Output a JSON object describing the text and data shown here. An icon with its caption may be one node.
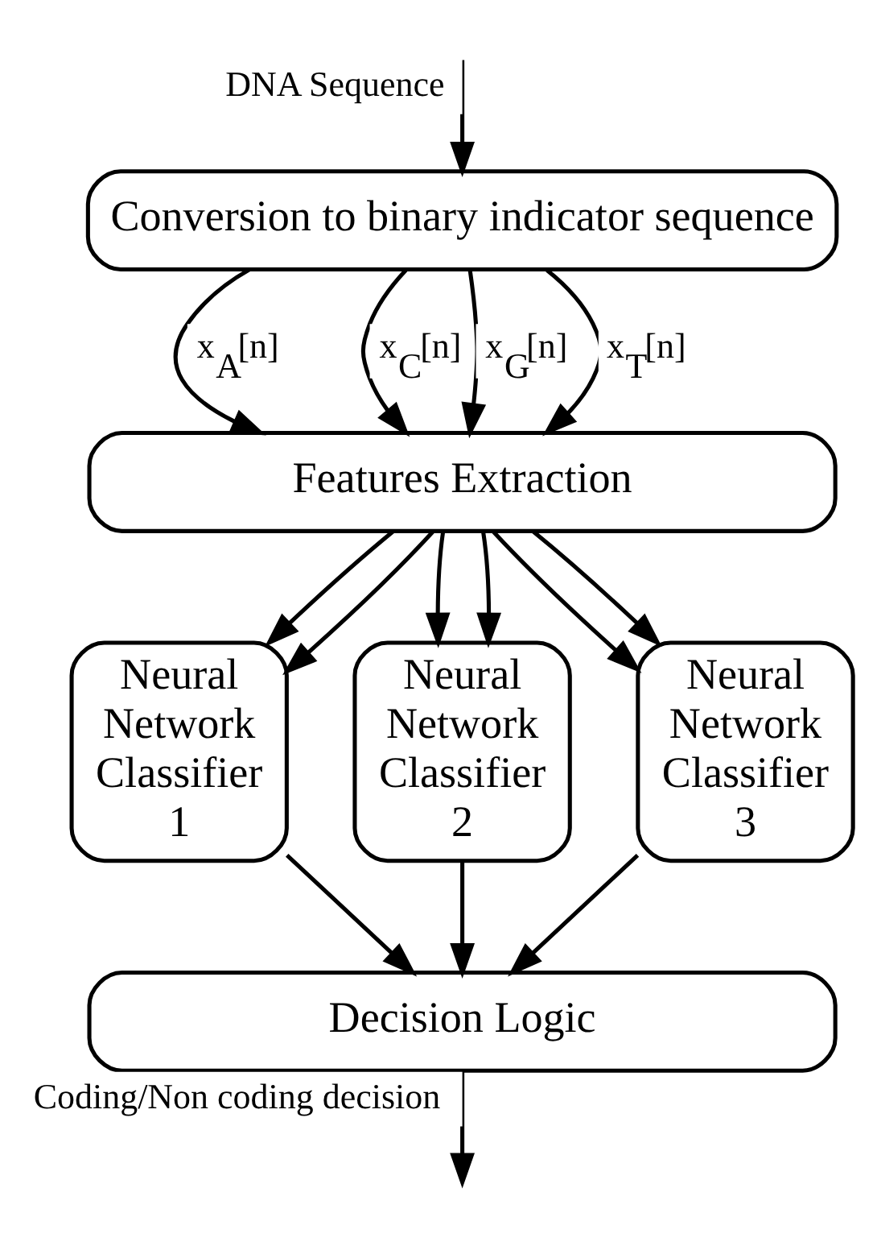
{
  "diagram": {
    "nodes": [
      {
        "text": [
          "Conversion to binary indicator sequence"
        ]
      },
      {
        "text": [
          "Features Extraction"
        ]
      },
      {
        "text": [
          "Neural Network Classifier 1"
        ]
      },
      {
        "text": [
          "Neural Network Classifier 2"
        ]
      },
      {
        "text": [
          "Neural Network Classifier 3"
        ]
      },
      {
        "text": [
          "Decision Logic"
        ]
      }
    ],
    "edges": [
      {
        "from": null,
        "to": 0,
        "arrow": "to",
        "label": "DNA Sequence"
      },
      {
        "from": 0,
        "to": 1,
        "arrow": "to",
        "label": "x$_{A}$[n]"
      },
      {
        "from": 0,
        "to": 1,
        "arrow": "to",
        "label": "x$_{C}$[n]"
      },
      {
        "from": 0,
        "to": 1,
        "arrow": "to",
        "label": "x$_{G}$[n]"
      },
      {
        "from": 0,
        "to": 1,
        "arrow": "to",
        "label": "x$_{T}$[n]"
      },
      {
        "from": 1,
        "to": 2,
        "arrow": "to"
      },
      {
        "from": 1,
        "to": 2,
        "arrow": "to"
      },
      {
        "from": 1,
        "to": 3,
        "arrow": "to"
      },
      {
        "from": 1,
        "to": 3,
        "arrow": "to"
      },
      {
        "from": 1,
        "to": 4,
        "arrow": "to"
      },
      {
        "from": 1,
        "to": 4,
        "arrow": "to"
      },
      {
        "from": 2,
        "to": 5,
        "arrow": "to"
      },
      {
        "from": 3,
        "to": 5,
        "arrow": "to"
      },
      {
        "from": 4,
        "to": 5,
        "arrow": "to"
      },
      {
        "from": 5,
        "to": null,
        "arrow": "to",
        "label": "Coding/Non coding decision"
      }
    ]
  }
}
